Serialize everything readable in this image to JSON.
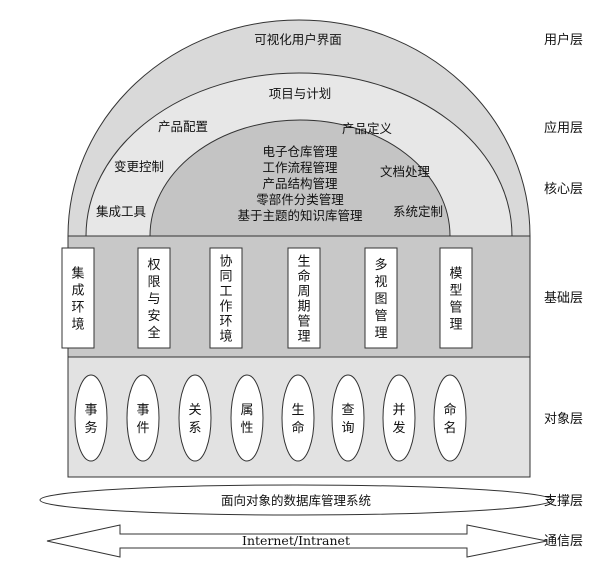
{
  "layers": {
    "user": "用户层",
    "application": "应用层",
    "core": "核心层",
    "foundation": "基础层",
    "object": "对象层",
    "support": "支撑层",
    "communication": "通信层"
  },
  "user_layer": {
    "title": "可视化用户界面"
  },
  "application_layer": {
    "title": "项目与计划",
    "left_items": [
      "产品配置",
      "变更控制",
      "集成工具"
    ],
    "right_items": [
      "产品定义",
      "文档处理",
      "系统定制"
    ]
  },
  "core_layer": {
    "items": [
      "电子仓库管理",
      "工作流程管理",
      "产品结构管理",
      "零部件分类管理",
      "基于主题的知识库管理"
    ]
  },
  "foundation_layer": {
    "boxes": [
      "集成环境",
      "权限与安全",
      "协同工作环境",
      "生命周期管理",
      "多视图管理",
      "模型管理"
    ]
  },
  "object_layer": {
    "items": [
      "事务",
      "事件",
      "关系",
      "属性",
      "生命",
      "查询",
      "并发",
      "命名"
    ]
  },
  "support_layer": {
    "label": "面向对象的数据库管理系统"
  },
  "communication_layer": {
    "label": "Internet/Intranet"
  },
  "colors": {
    "outer_arc": "#d9d9d9",
    "middle_arc": "#e7e7e7",
    "inner_core": "#c4c4c4",
    "foundation_band": "#c8c8c8",
    "object_band": "#e2e2e2",
    "outline": "#333333"
  }
}
